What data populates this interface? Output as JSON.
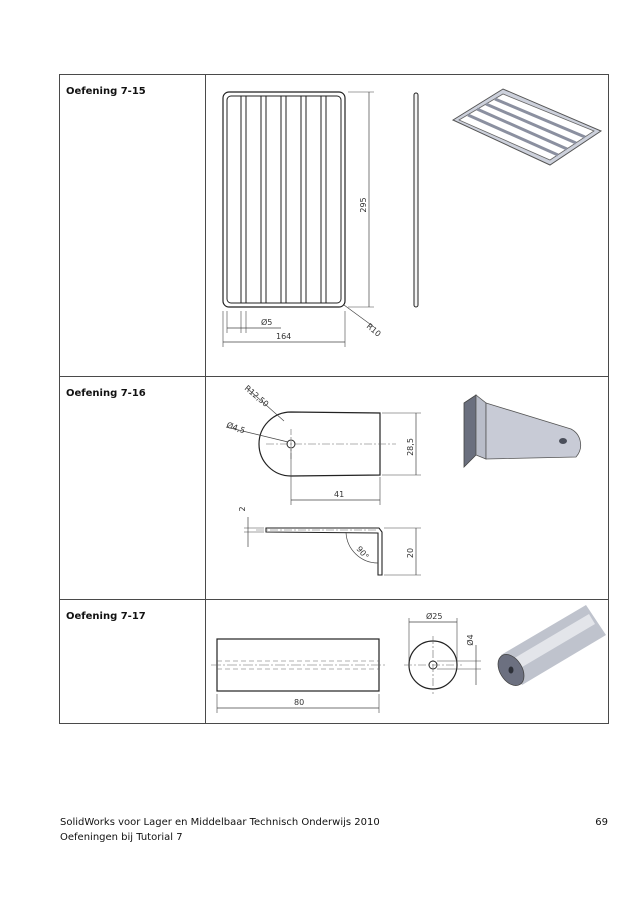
{
  "exercises": [
    {
      "label": "Oefening 7-15",
      "dimensions": {
        "height": "295",
        "diameter": "Ø5",
        "width": "164",
        "radius": "R10"
      }
    },
    {
      "label": "Oefening 7-16",
      "dimensions": {
        "radius": "R12,50",
        "hole": "Ø4,5",
        "height": "28,5",
        "length": "41",
        "thickness": "2",
        "angle": "90°",
        "flange": "20"
      }
    },
    {
      "label": "Oefening 7-17",
      "dimensions": {
        "diameter": "Ø25",
        "hole": "Ø4",
        "length": "80"
      }
    }
  ],
  "footer": {
    "line1": "SolidWorks voor Lager en Middelbaar Technisch Onderwijs 2010",
    "line2": "Oefeningen bij Tutorial 7",
    "page_number": "69"
  }
}
